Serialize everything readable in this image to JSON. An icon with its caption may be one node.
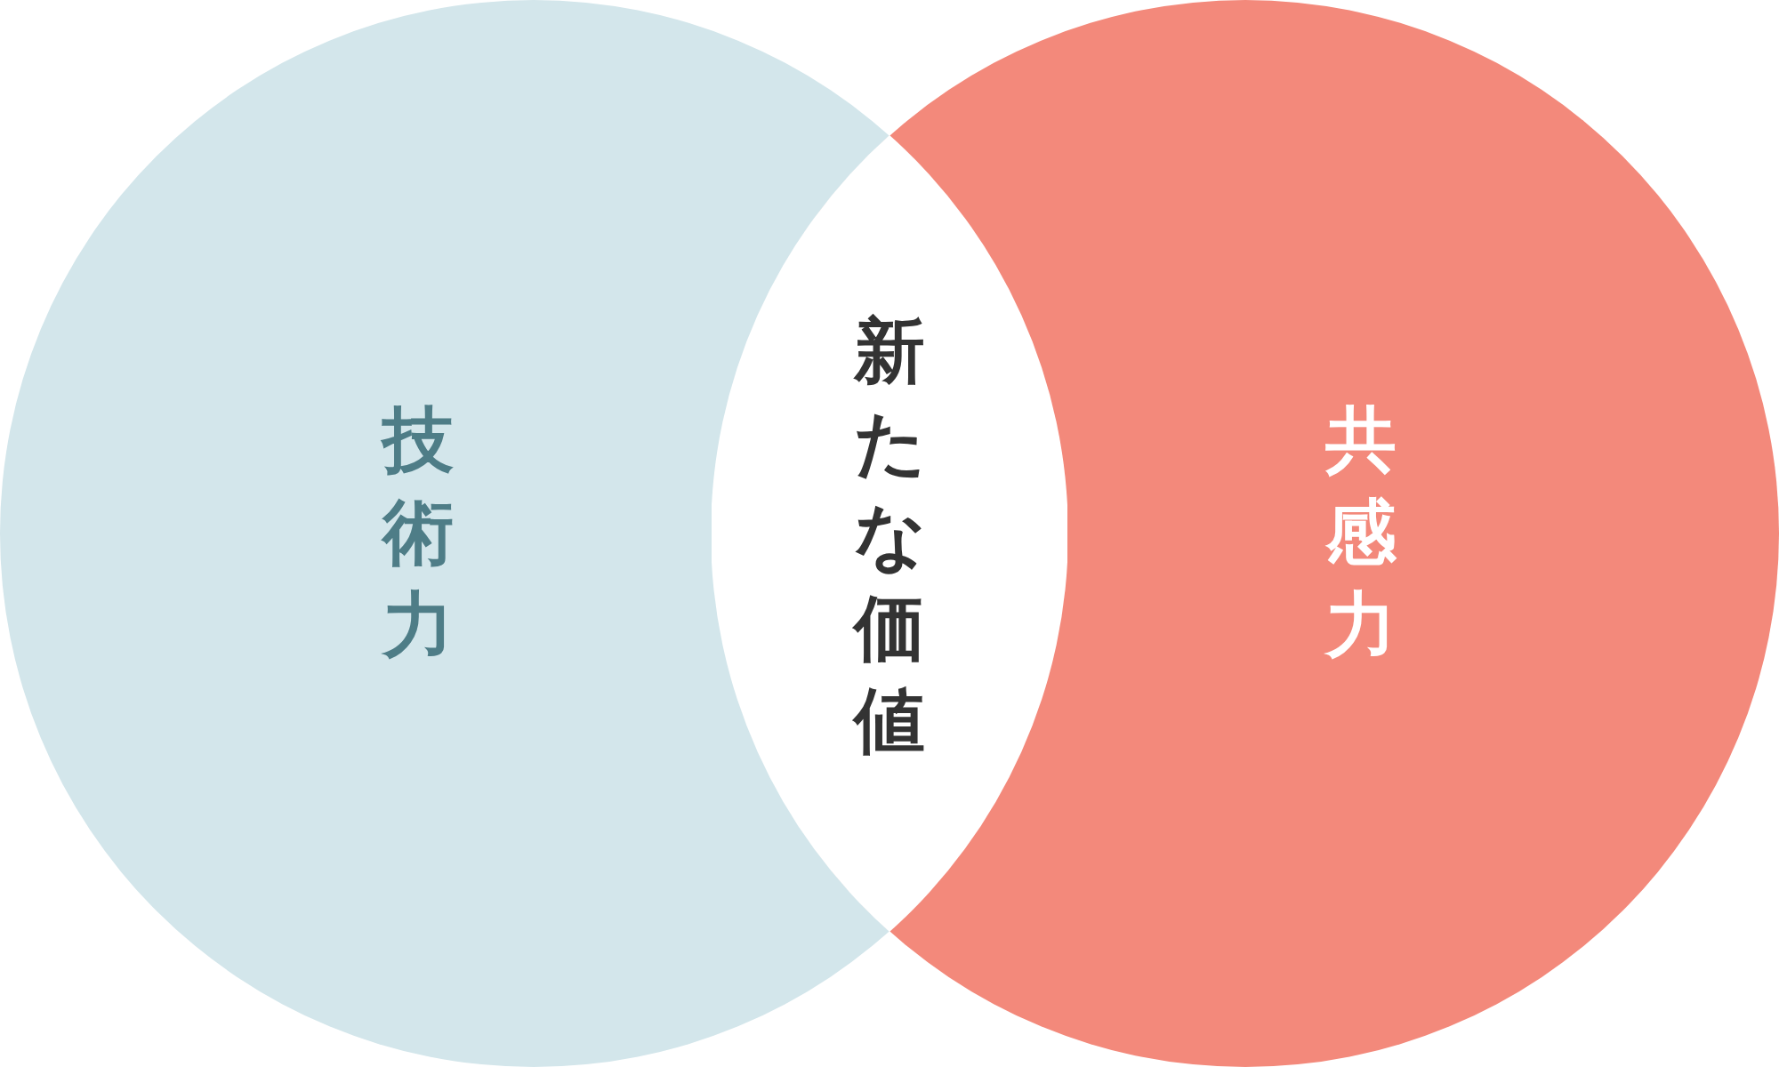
{
  "diagram": {
    "nodes": [
      {
        "text": [
          "技術力"
        ]
      },
      {
        "text": [
          "共感力"
        ]
      },
      {
        "text": [
          "新たな価値"
        ]
      }
    ]
  }
}
